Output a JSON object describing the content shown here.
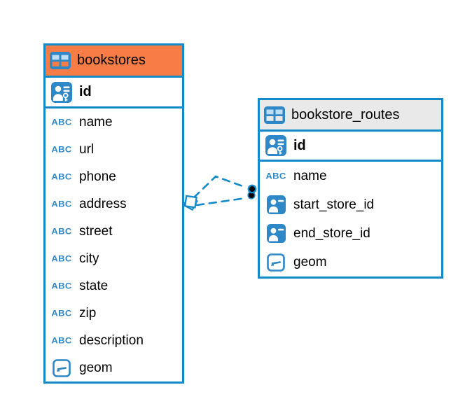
{
  "diagram": {
    "type": "entity-relationship-diagram",
    "colors": {
      "accent_blue": "#128aca",
      "icon_blue": "#2e87c6",
      "header_orange": "#f87c45",
      "header_gray": "#e9e9e9",
      "marker_black": "#000000",
      "background": "#ffffff"
    },
    "icons": {
      "table": "table-grid-icon",
      "pk": "person-with-key-icon",
      "fk": "person-card-icon",
      "text": "ABC",
      "geometry": "dash-in-square-icon"
    },
    "tables": [
      {
        "name": "bookstores",
        "header_color": "#f87c45",
        "keys": [
          {
            "name": "id",
            "type": "pk"
          }
        ],
        "fields": [
          {
            "name": "name",
            "type": "text"
          },
          {
            "name": "url",
            "type": "text"
          },
          {
            "name": "phone",
            "type": "text"
          },
          {
            "name": "address",
            "type": "text"
          },
          {
            "name": "street",
            "type": "text"
          },
          {
            "name": "city",
            "type": "text"
          },
          {
            "name": "state",
            "type": "text"
          },
          {
            "name": "zip",
            "type": "text"
          },
          {
            "name": "description",
            "type": "text"
          },
          {
            "name": "geom",
            "type": "geometry"
          }
        ]
      },
      {
        "name": "bookstore_routes",
        "header_color": "#e9e9e9",
        "keys": [
          {
            "name": "id",
            "type": "pk"
          }
        ],
        "fields": [
          {
            "name": "name",
            "type": "text"
          },
          {
            "name": "start_store_id",
            "type": "fk"
          },
          {
            "name": "end_store_id",
            "type": "fk"
          },
          {
            "name": "geom",
            "type": "geometry"
          }
        ]
      }
    ],
    "relations": [
      {
        "from_table": "bookstores",
        "to_table": "bookstore_routes",
        "line_style": "dashed"
      },
      {
        "from_table": "bookstores",
        "to_table": "bookstore_routes",
        "line_style": "dashed"
      }
    ]
  }
}
